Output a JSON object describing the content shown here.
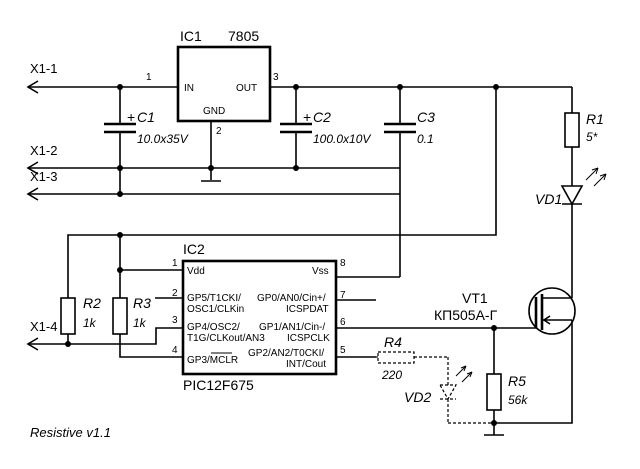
{
  "connectors": [
    "X1-1",
    "X1-2",
    "X1-3",
    "X1-4"
  ],
  "ic1": {
    "ref": "IC1",
    "part": "7805",
    "pin_in": "IN",
    "pin_out": "OUT",
    "pin_gnd": "GND",
    "pin_numbers": [
      "1",
      "2",
      "3"
    ]
  },
  "capacitors": {
    "c1": {
      "ref": "C1",
      "value": "10.0x35V"
    },
    "c2": {
      "ref": "C2",
      "value": "100.0x10V"
    },
    "c3": {
      "ref": "C3",
      "value": "0.1"
    },
    "plus": "+"
  },
  "ic2": {
    "ref": "IC2",
    "part": "PIC12F675",
    "pins_left": [
      {
        "num": "1",
        "line1": "Vdd",
        "line2": ""
      },
      {
        "num": "2",
        "line1": "GP5/T1CKI/",
        "line2": "OSC1/CLKin"
      },
      {
        "num": "3",
        "line1": "GP4/OSC2/",
        "line2": "T1G/CLKout/AN3"
      },
      {
        "num": "4",
        "line1": "GP3/MCLR",
        "line2": ""
      }
    ],
    "pins_right": [
      {
        "num": "8",
        "line1": "Vss",
        "line2": ""
      },
      {
        "num": "7",
        "line1": "GP0/AN0/Cin+/",
        "line2": "ICSPDAT"
      },
      {
        "num": "6",
        "line1": "GP1/AN1/Cin-/",
        "line2": "ICSPCLK"
      },
      {
        "num": "5",
        "line1": "GP2/AN2/T0CKI/",
        "line2": "INT/Cout"
      }
    ]
  },
  "resistors": {
    "r1": {
      "ref": "R1",
      "value": "5*"
    },
    "r2": {
      "ref": "R2",
      "value": "1k"
    },
    "r3": {
      "ref": "R3",
      "value": "1k"
    },
    "r4": {
      "ref": "R4",
      "value": "220"
    },
    "r5": {
      "ref": "R5",
      "value": "56k"
    }
  },
  "diodes": {
    "vd1": {
      "ref": "VD1"
    },
    "vd2": {
      "ref": "VD2"
    }
  },
  "transistor": {
    "ref": "VT1",
    "part": "КП505А-Г"
  },
  "footer": {
    "version": "Resistive v1.1"
  }
}
